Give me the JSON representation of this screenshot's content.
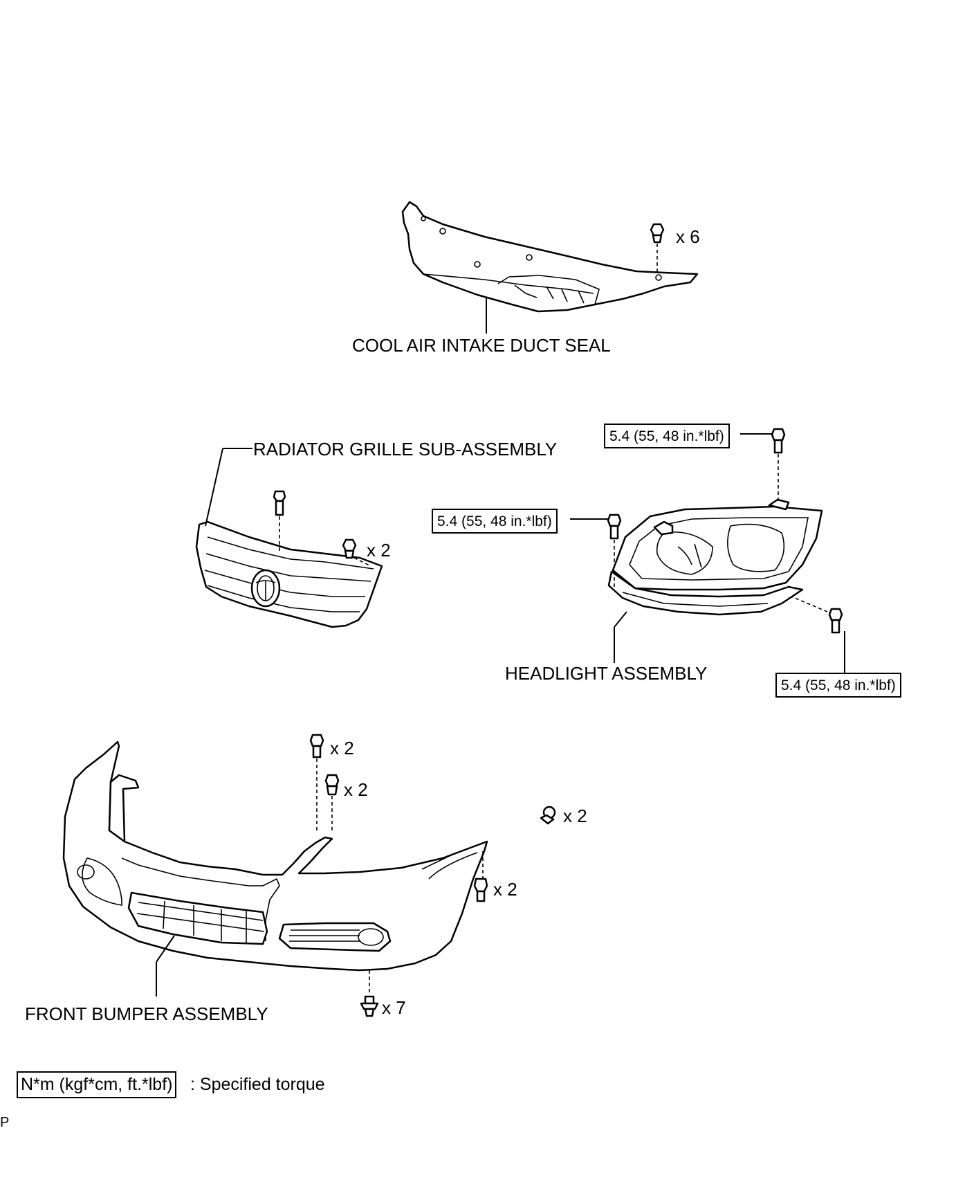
{
  "parts": {
    "duct_seal": "COOL AIR INTAKE DUCT SEAL",
    "grille": "RADIATOR GRILLE SUB-ASSEMBLY",
    "headlight": "HEADLIGHT ASSEMBLY",
    "bumper": "FRONT BUMPER ASSEMBLY"
  },
  "quantities": {
    "duct_clip": "x 6",
    "grille_clip": "x 2",
    "bumper_top_screw": "x 2",
    "bumper_top_clip": "x 2",
    "bumper_side_clip": "x 2",
    "bumper_side_screw": "x 2",
    "bumper_bottom_clip": "x 7"
  },
  "torques": {
    "headlight_top": "5.4 (55, 48 in.*lbf)",
    "headlight_middle": "5.4 (55, 48 in.*lbf)",
    "headlight_bottom": "5.4 (55, 48 in.*lbf)"
  },
  "legend": {
    "unit_box": "N*m (kgf*cm, ft.*lbf)",
    "description": ": Specified torque"
  },
  "footer_ref": "P"
}
